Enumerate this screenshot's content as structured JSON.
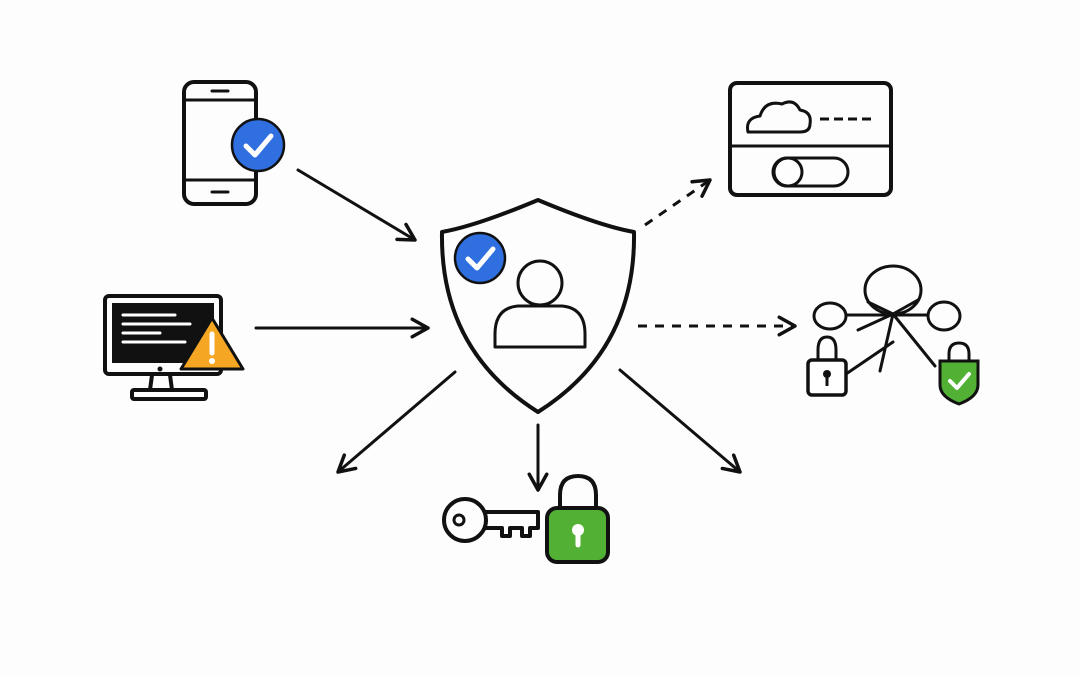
{
  "colors": {
    "ink": "#111111",
    "background": "#fdfdfd",
    "verified_blue": "#2f6fe0",
    "warning_orange": "#f5a623",
    "secure_green": "#52b034"
  },
  "nodes": [
    {
      "id": "center",
      "icon": "shield-user-verified-icon"
    },
    {
      "id": "mobile",
      "icon": "smartphone-verified-icon"
    },
    {
      "id": "desktop",
      "icon": "monitor-warning-icon"
    },
    {
      "id": "cloud-settings",
      "icon": "cloud-settings-panel-icon"
    },
    {
      "id": "network",
      "icon": "network-lock-icon"
    },
    {
      "id": "key-lock",
      "icon": "key-and-padlock-icon"
    }
  ],
  "edges": [
    {
      "from": "mobile",
      "to": "center",
      "style": "solid"
    },
    {
      "from": "desktop",
      "to": "center",
      "style": "solid"
    },
    {
      "from": "center",
      "to": "cloud-settings",
      "style": "dashed"
    },
    {
      "from": "center",
      "to": "network",
      "style": "dashed"
    },
    {
      "from": "center",
      "to": "key-lock",
      "style": "solid"
    },
    {
      "from": "center",
      "to": "lower-left",
      "style": "solid"
    },
    {
      "from": "center",
      "to": "lower-right",
      "style": "solid"
    }
  ]
}
